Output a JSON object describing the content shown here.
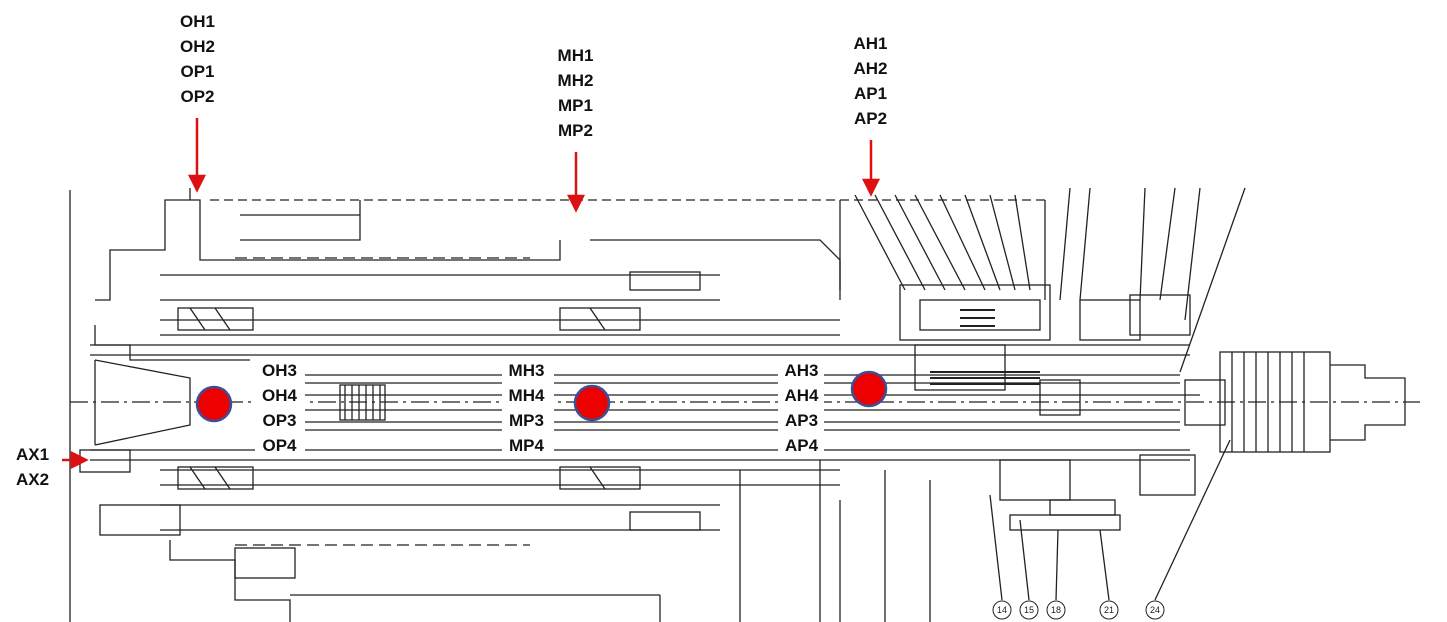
{
  "labels": {
    "top_left": [
      "OH1",
      "OH2",
      "OP1",
      "OP2"
    ],
    "top_middle": [
      "MH1",
      "MH2",
      "MP1",
      "MP2"
    ],
    "top_right": [
      "AH1",
      "AH2",
      "AP1",
      "AP2"
    ],
    "mid_left": [
      "OH3",
      "OH4",
      "OP3",
      "OP4"
    ],
    "mid_middle": [
      "MH3",
      "MH4",
      "MP3",
      "MP4"
    ],
    "mid_right": [
      "AH3",
      "AH4",
      "AP3",
      "AP4"
    ],
    "axial": [
      "AX1",
      "AX2"
    ]
  },
  "callouts": [
    "14",
    "15",
    "18",
    "21",
    "24"
  ],
  "colors": {
    "arrow": "#dd1111",
    "marker_fill": "#ee0000",
    "marker_stroke": "#3a4f9a",
    "line": "#222222"
  }
}
